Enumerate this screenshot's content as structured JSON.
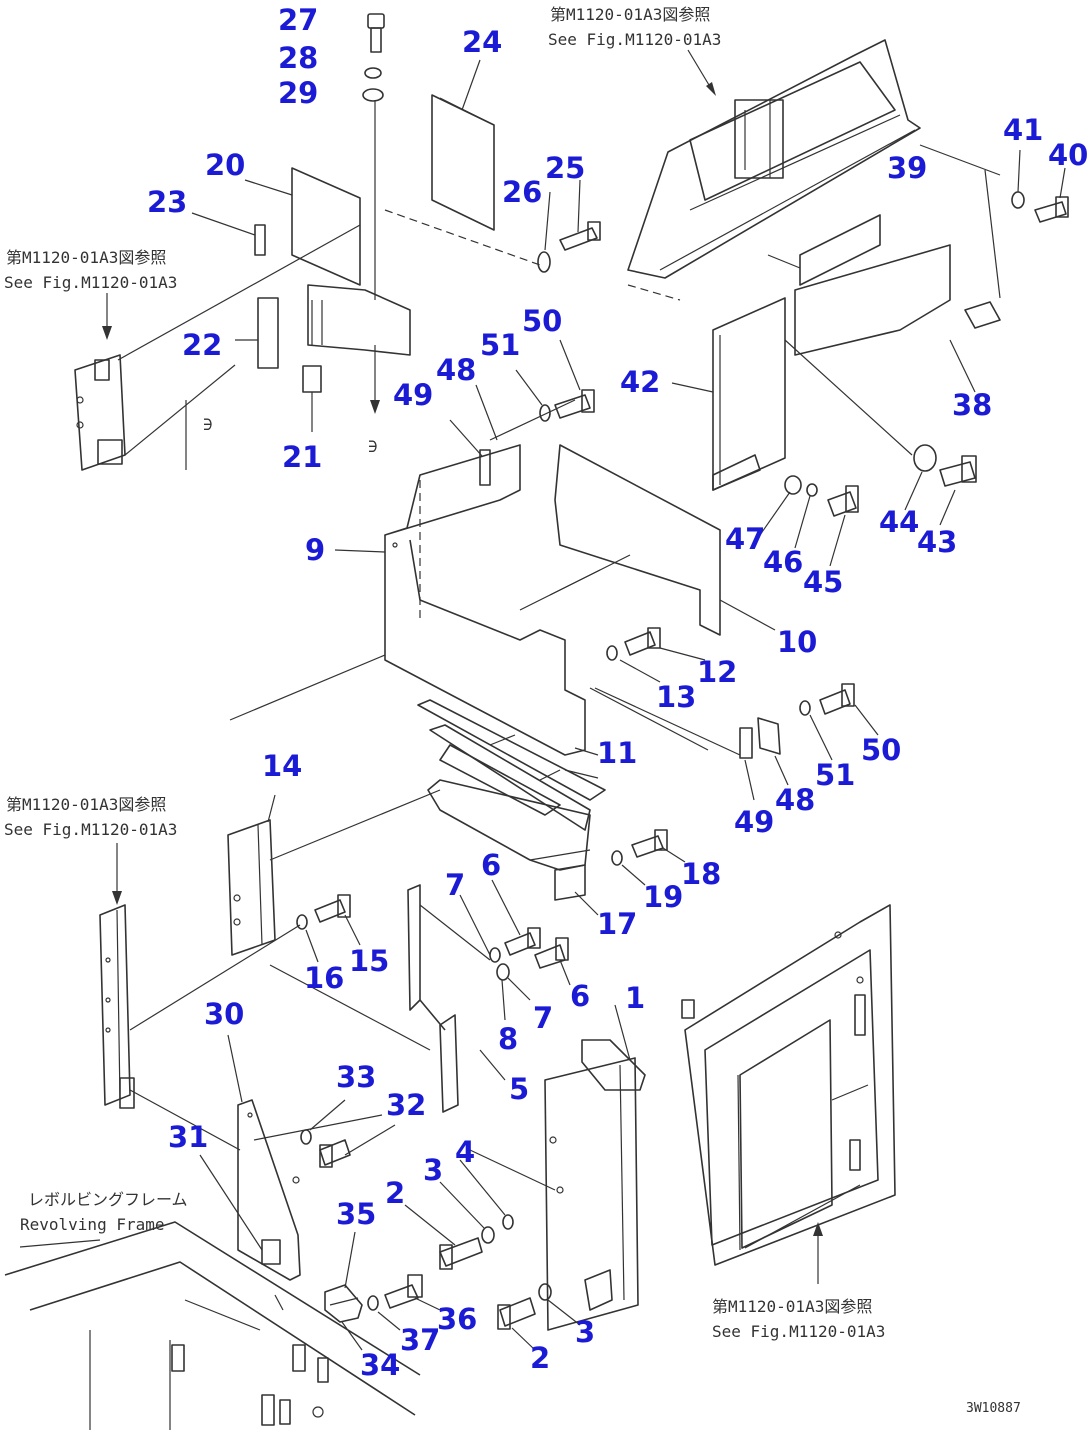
{
  "notes": {
    "top_jp": "第M1120-01A3図参照",
    "top_en": "See Fig.M1120-01A3",
    "left1_jp": "第M1120-01A3図参照",
    "left1_en": "See Fig.M1120-01A3",
    "left2_jp": "第M1120-01A3図参照",
    "left2_en": "See Fig.M1120-01A3",
    "frame_jp": "レボルビングフレーム",
    "frame_en": "Revolving Frame",
    "bottom_jp": "第M1120-01A3図参照",
    "bottom_en": "See Fig.M1120-01A3",
    "drawing_id": "3W10887"
  },
  "part_numbers": [
    {
      "id": "p27",
      "label": "27"
    },
    {
      "id": "p28",
      "label": "28"
    },
    {
      "id": "p29",
      "label": "29"
    },
    {
      "id": "p24",
      "label": "24"
    },
    {
      "id": "p20",
      "label": "20"
    },
    {
      "id": "p23",
      "label": "23"
    },
    {
      "id": "p26",
      "label": "26"
    },
    {
      "id": "p25",
      "label": "25"
    },
    {
      "id": "p22",
      "label": "22"
    },
    {
      "id": "p21",
      "label": "21"
    },
    {
      "id": "p51a",
      "label": "51"
    },
    {
      "id": "p50a",
      "label": "50"
    },
    {
      "id": "p48a",
      "label": "48"
    },
    {
      "id": "p49a",
      "label": "49"
    },
    {
      "id": "p42",
      "label": "42"
    },
    {
      "id": "p41",
      "label": "41"
    },
    {
      "id": "p40",
      "label": "40"
    },
    {
      "id": "p39",
      "label": "39"
    },
    {
      "id": "p38",
      "label": "38"
    },
    {
      "id": "p9",
      "label": "9"
    },
    {
      "id": "p47",
      "label": "47"
    },
    {
      "id": "p46",
      "label": "46"
    },
    {
      "id": "p45",
      "label": "45"
    },
    {
      "id": "p44",
      "label": "44"
    },
    {
      "id": "p43",
      "label": "43"
    },
    {
      "id": "p10",
      "label": "10"
    },
    {
      "id": "p12",
      "label": "12"
    },
    {
      "id": "p13",
      "label": "13"
    },
    {
      "id": "p11",
      "label": "11"
    },
    {
      "id": "p50b",
      "label": "50"
    },
    {
      "id": "p51b",
      "label": "51"
    },
    {
      "id": "p48b",
      "label": "48"
    },
    {
      "id": "p49b",
      "label": "49"
    },
    {
      "id": "p14",
      "label": "14"
    },
    {
      "id": "p18",
      "label": "18"
    },
    {
      "id": "p19",
      "label": "19"
    },
    {
      "id": "p17",
      "label": "17"
    },
    {
      "id": "p7a",
      "label": "7"
    },
    {
      "id": "p6a",
      "label": "6"
    },
    {
      "id": "p15",
      "label": "15"
    },
    {
      "id": "p16",
      "label": "16"
    },
    {
      "id": "p6b",
      "label": "6"
    },
    {
      "id": "p7b",
      "label": "7"
    },
    {
      "id": "p8",
      "label": "8"
    },
    {
      "id": "p1",
      "label": "1"
    },
    {
      "id": "p30",
      "label": "30"
    },
    {
      "id": "p33",
      "label": "33"
    },
    {
      "id": "p5",
      "label": "5"
    },
    {
      "id": "p32",
      "label": "32"
    },
    {
      "id": "p31",
      "label": "31"
    },
    {
      "id": "p4",
      "label": "4"
    },
    {
      "id": "p3a",
      "label": "3"
    },
    {
      "id": "p2a",
      "label": "2"
    },
    {
      "id": "p35",
      "label": "35"
    },
    {
      "id": "p36",
      "label": "36"
    },
    {
      "id": "p37",
      "label": "37"
    },
    {
      "id": "p34",
      "label": "34"
    },
    {
      "id": "p3b",
      "label": "3"
    },
    {
      "id": "p2b",
      "label": "2"
    }
  ]
}
